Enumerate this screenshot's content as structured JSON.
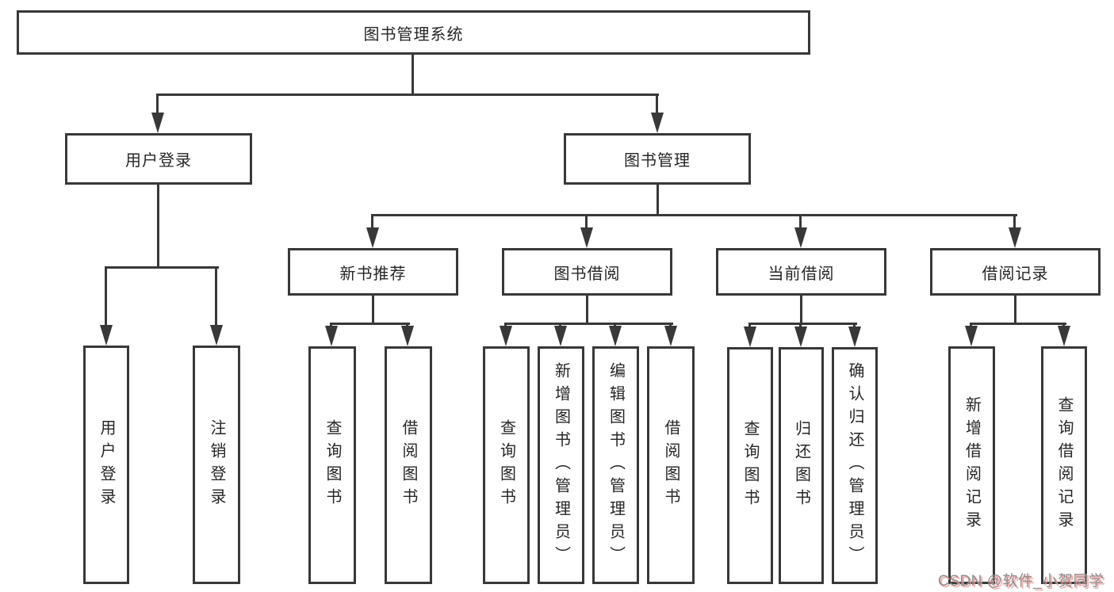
{
  "tree": {
    "label": "图书管理系统",
    "children": [
      {
        "label": "用户登录",
        "children": [
          {
            "label": "用户登录"
          },
          {
            "label": "注销登录"
          }
        ]
      },
      {
        "label": "图书管理",
        "children": [
          {
            "label": "新书推荐",
            "children": [
              {
                "label": "查询图书"
              },
              {
                "label": "借阅图书"
              }
            ]
          },
          {
            "label": "图书借阅",
            "children": [
              {
                "label": "查询图书"
              },
              {
                "label": "新增图书（管理员）"
              },
              {
                "label": "编辑图书（管理员）"
              },
              {
                "label": "借阅图书"
              }
            ]
          },
          {
            "label": "当前借阅",
            "children": [
              {
                "label": "查询图书"
              },
              {
                "label": "归还图书"
              },
              {
                "label": "确认归还（管理员）"
              }
            ]
          },
          {
            "label": "借阅记录",
            "children": [
              {
                "label": "新增借阅记录"
              },
              {
                "label": "查询借阅记录"
              }
            ]
          }
        ]
      }
    ]
  },
  "watermark": {
    "text": "CSDN @软件_小贺同学"
  },
  "colors": {
    "line": "#383838",
    "text": "#262626",
    "watermark_gray": "#8f8f8f",
    "watermark_pink": "#f09999"
  }
}
